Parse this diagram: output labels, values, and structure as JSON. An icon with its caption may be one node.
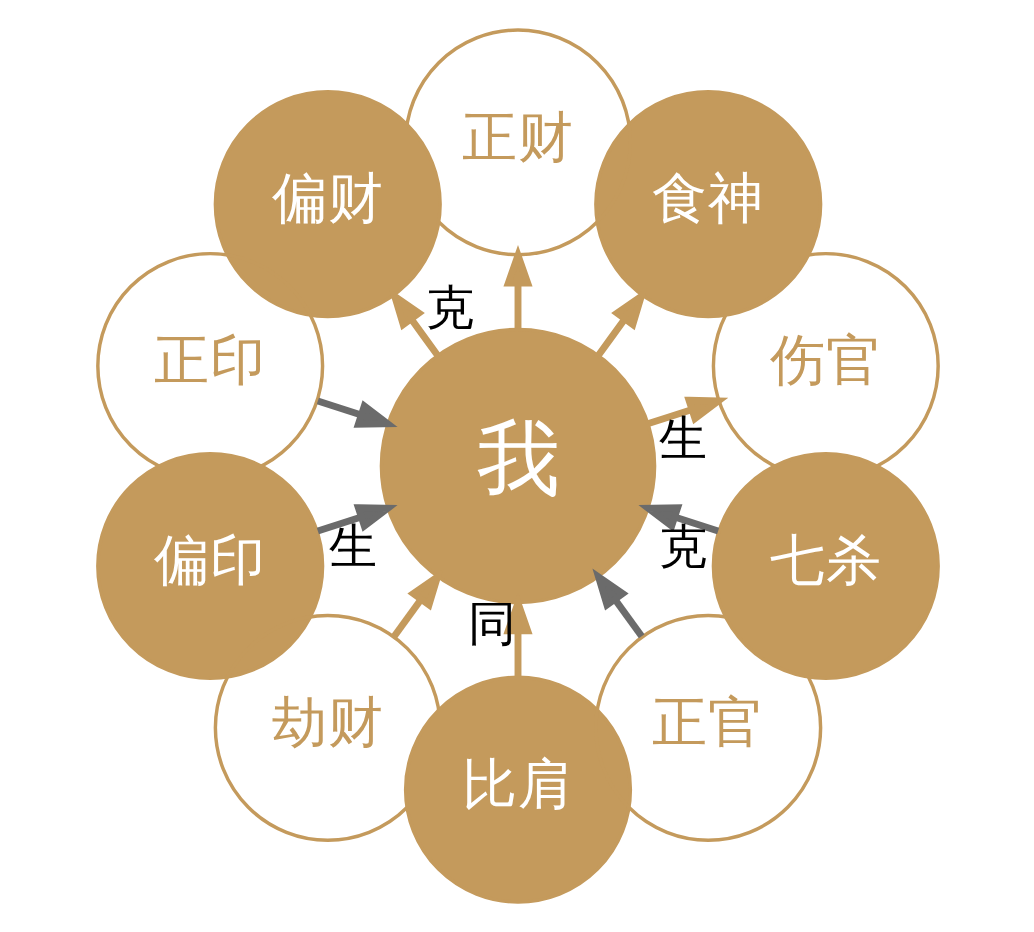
{
  "diagram": {
    "nodes": [
      {
        "text": [
          "我"
        ]
      },
      {
        "text": [
          "伤官"
        ]
      },
      {
        "text": [
          "食神"
        ]
      },
      {
        "text": [
          "正印"
        ]
      },
      {
        "text": [
          "偏印"
        ]
      },
      {
        "text": [
          "正财"
        ]
      },
      {
        "text": [
          "偏财"
        ]
      },
      {
        "text": [
          "劫财"
        ]
      },
      {
        "text": [
          "比肩"
        ]
      },
      {
        "text": [
          "正官"
        ]
      },
      {
        "text": [
          "七杀"
        ]
      }
    ],
    "edges": [
      {
        "from": 0,
        "to": 1,
        "arrow": "to",
        "label": "生"
      },
      {
        "from": 0,
        "to": 2,
        "arrow": "to"
      },
      {
        "from": 3,
        "to": 0,
        "arrow": "to",
        "color": "#6b6b6b"
      },
      {
        "from": 4,
        "to": 0,
        "arrow": "to",
        "label": "生",
        "color": "#6b6b6b"
      },
      {
        "from": 0,
        "to": 5,
        "arrow": "to"
      },
      {
        "from": 0,
        "to": 6,
        "arrow": "to",
        "label": "克"
      },
      {
        "from": 7,
        "to": 0,
        "arrow": "to"
      },
      {
        "from": 8,
        "to": 0,
        "arrow": "to",
        "label": "同"
      },
      {
        "from": 9,
        "to": 0,
        "arrow": "to",
        "color": "#6b6b6b"
      },
      {
        "from": 10,
        "to": 0,
        "arrow": "to",
        "label": "克",
        "color": "#6b6b6b"
      }
    ]
  }
}
